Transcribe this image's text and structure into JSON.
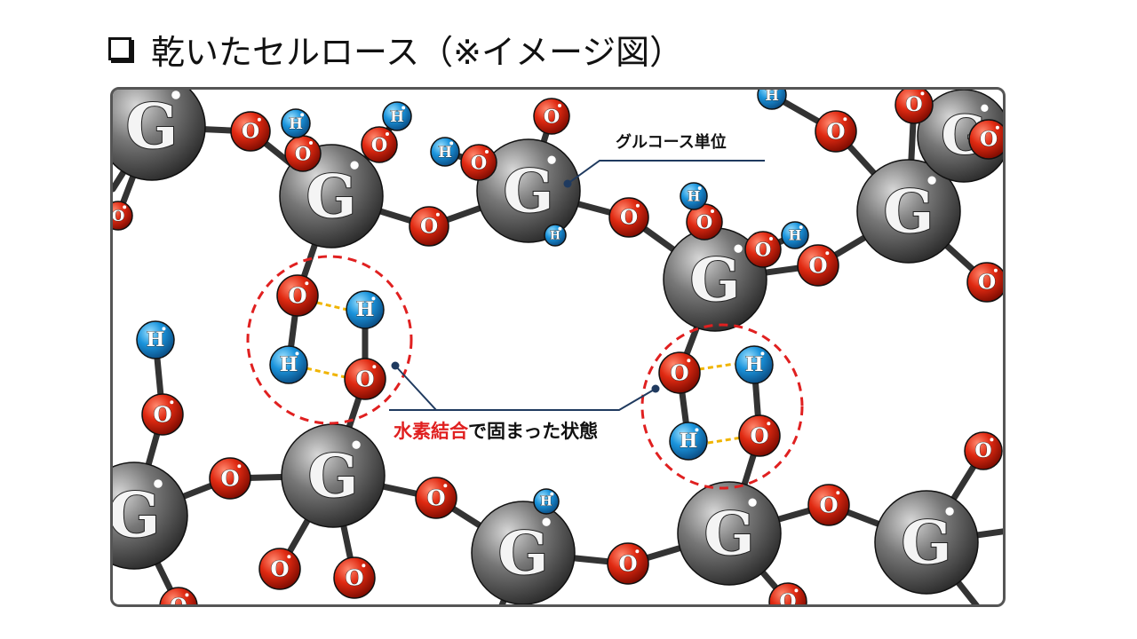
{
  "title": "乾いたセルロース（※イメージ図）",
  "atoms": {
    "glucose_symbol": "G",
    "oxygen_symbol": "O",
    "hydrogen_symbol": "H"
  },
  "annotations": {
    "glucose_unit_label": "グルコース単位",
    "hbond_label_red": "水素結合",
    "hbond_label_black": "で固まった状態"
  },
  "colors": {
    "glucose": "#6e6e6e",
    "oxygen": "#d42a1a",
    "hydrogen": "#1a8fd8",
    "bond": "#333333",
    "hydrogen_bond": "#f0b400",
    "highlight_circle": "#e02020",
    "leader_line": "#1f3a5f",
    "emphasis_text": "#e02020"
  }
}
